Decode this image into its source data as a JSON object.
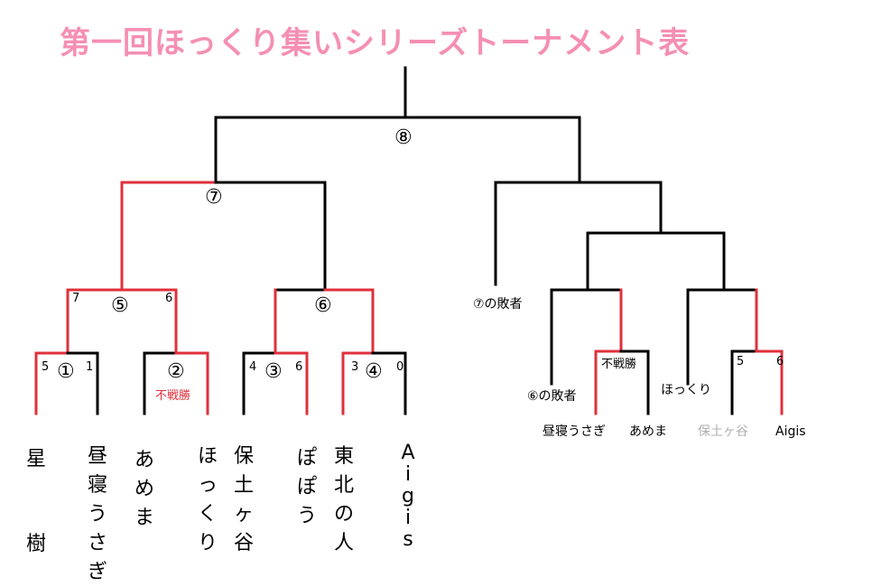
{
  "title": "第一回ほっくり集いシリーズトーナメント表",
  "match_numbers": {
    "m1": "①",
    "m2": "②",
    "m3": "③",
    "m4": "④",
    "m5": "⑤",
    "m6": "⑥",
    "m7": "⑦",
    "m8": "⑧"
  },
  "scores": {
    "m1_left": "5",
    "m1_right": "1",
    "m3_left": "4",
    "m3_right": "6",
    "m4_left": "3",
    "m4_right": "0",
    "m5_left": "7",
    "m5_right": "6",
    "r_final_left": "5",
    "r_final_right": "6"
  },
  "labels": {
    "bye_left": "不戦勝",
    "bye_right": "不戦勝",
    "loser7": "⑦の敗者",
    "loser6": "⑥の敗者",
    "hokkuri_right": "ほっくり"
  },
  "players_left": [
    {
      "name": "星",
      "name2": "樹"
    },
    {
      "name": "昼寝うさぎ"
    },
    {
      "name": "あめま"
    },
    {
      "name": "ほっくり"
    },
    {
      "name": "保土ヶ谷"
    },
    {
      "name": "ぽぽう"
    },
    {
      "name": "東北の人"
    },
    {
      "name": "Aigis"
    }
  ],
  "players_right": {
    "p1": "昼寝うさぎ",
    "p2": "あめま",
    "p3": "保土ヶ谷",
    "p4": "Aigis"
  },
  "colors": {
    "title": "#f58fb4",
    "winner_line": "#e0303c",
    "line": "#000000",
    "eliminated": "#b0b0b0"
  }
}
